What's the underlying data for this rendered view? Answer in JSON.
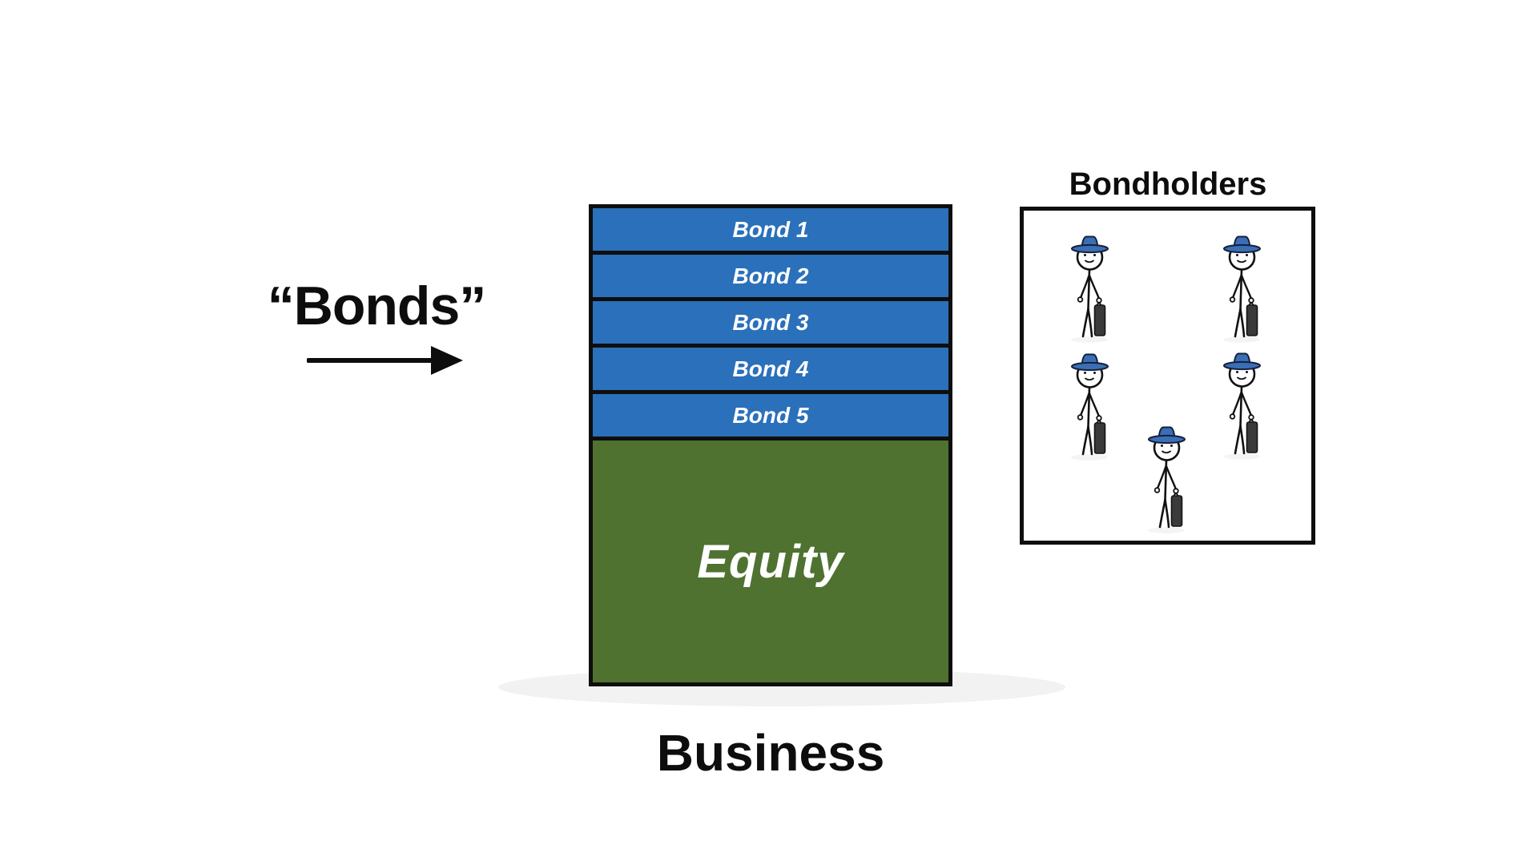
{
  "annotation": {
    "label": "“Bonds”",
    "arrow_direction": "right"
  },
  "capital_stack": {
    "bonds": [
      "Bond 1",
      "Bond 2",
      "Bond 3",
      "Bond 4",
      "Bond 5"
    ],
    "equity_label": "Equity",
    "caption": "Business",
    "bond_color": "#2b70ba",
    "equity_color": "#4f7231",
    "border_color": "#0e0e0e",
    "label_text_color": "#ffffff"
  },
  "bondholders": {
    "title": "Bondholders",
    "figure_count": 5,
    "hat_color": "#3a6fb5",
    "briefcase_color": "#3a3a3a"
  },
  "page": {
    "background_color": "#ffffff",
    "shadow_color": "#f2f2f2"
  }
}
